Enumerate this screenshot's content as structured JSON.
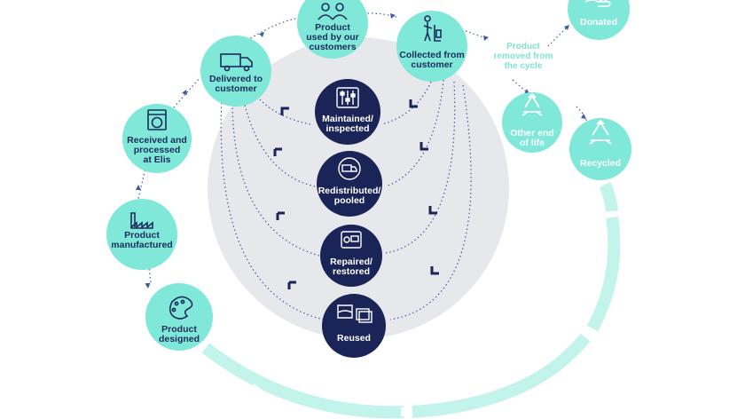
{
  "colors": {
    "teal": "#7fe8d8",
    "teal_light": "#bff3ea",
    "navy": "#1a2456",
    "grey_disc": "#e6e8eb",
    "dots": "#3d5aa8",
    "text_dark": "#1d2c5c"
  },
  "outer_stages": [
    {
      "key": "designed",
      "lines": [
        "Product",
        "designed"
      ],
      "icon": "palette-icon"
    },
    {
      "key": "manufactured",
      "lines": [
        "Product",
        "manufactured"
      ],
      "icon": "factory-icon"
    },
    {
      "key": "received",
      "lines": [
        "Received and",
        "processed",
        "at Elis"
      ],
      "icon": "washing-machine-icon"
    },
    {
      "key": "delivered",
      "lines": [
        "Delivered to",
        "customer"
      ],
      "icon": "truck-icon"
    },
    {
      "key": "used",
      "lines": [
        "Product",
        "used by our",
        "customers"
      ],
      "icon": "customers-icon"
    },
    {
      "key": "collected",
      "lines": [
        "Collected from",
        "customer"
      ],
      "icon": "worker-trolley-icon"
    }
  ],
  "inner_stages": [
    {
      "key": "maintained",
      "lines": [
        "Maintained/",
        "inspected"
      ],
      "icon": "control-panel-icon"
    },
    {
      "key": "redistributed",
      "lines": [
        "Redistributed/",
        "pooled"
      ],
      "icon": "truck-cycle-icon"
    },
    {
      "key": "repaired",
      "lines": [
        "Repaired/",
        "restored"
      ],
      "icon": "sewing-machine-icon"
    },
    {
      "key": "reused",
      "lines": [
        "Reused"
      ],
      "icon": "folded-linen-icon"
    }
  ],
  "end_of_cycle": {
    "removed_lines": [
      "Product",
      "removed from",
      "the cycle"
    ],
    "donated": {
      "lines": [
        "Donated"
      ],
      "icon": "hand-heart-icon"
    },
    "other_end": {
      "lines": [
        "Other end",
        "of life"
      ],
      "icon": "recycle-icon"
    },
    "recycled": {
      "lines": [
        "Recycled"
      ],
      "icon": "recycle-icon"
    }
  }
}
